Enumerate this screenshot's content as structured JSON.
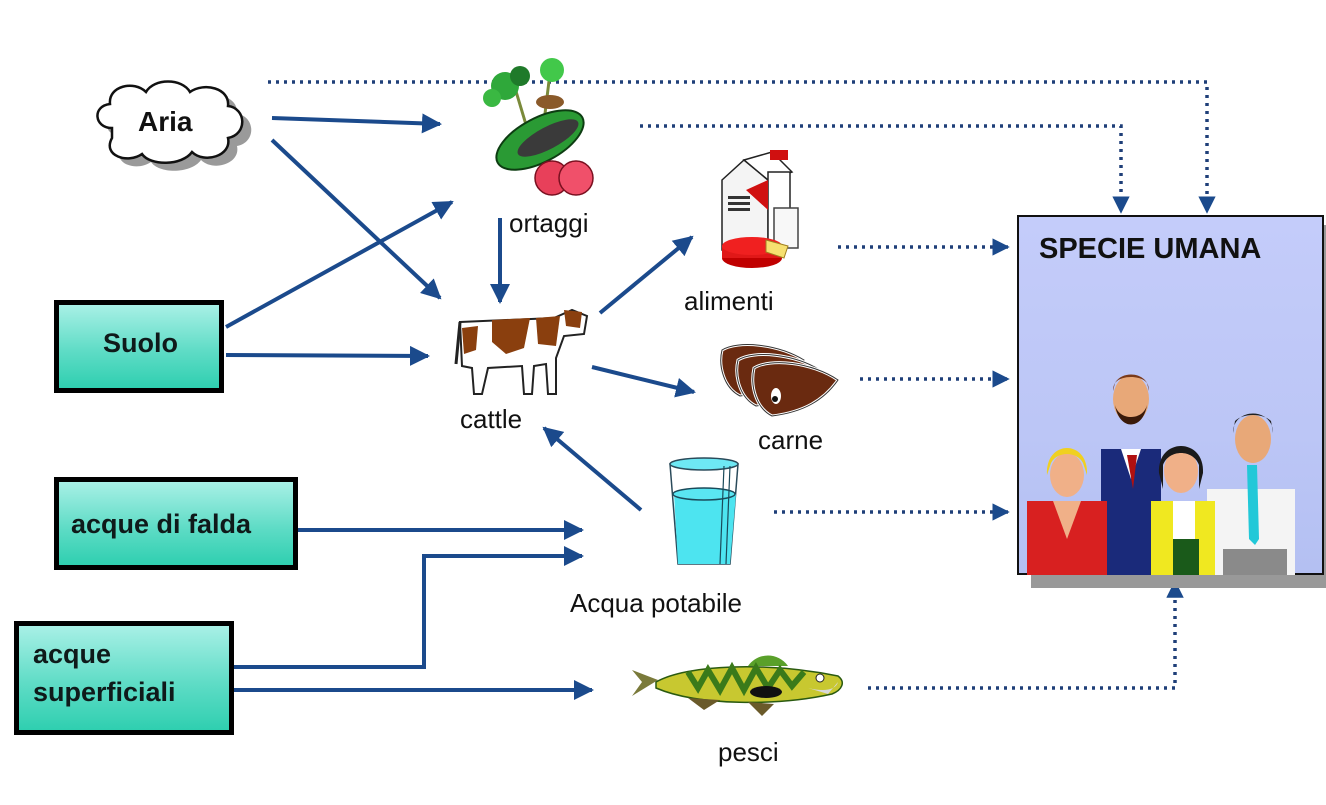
{
  "diagram": {
    "sources": {
      "aria": "Aria",
      "suolo": "Suolo",
      "acque_di_falda": "acque di falda",
      "acque_superficiali_line1": "acque",
      "acque_superficiali_line2": "superficiali"
    },
    "intermediates": {
      "ortaggi": "ortaggi",
      "cattle": "cattle",
      "alimenti": "alimenti",
      "carne": "carne",
      "acqua_potabile": "Acqua potabile",
      "pesci": "pesci"
    },
    "target": {
      "title": "SPECIE UMANA"
    },
    "colors": {
      "arrow": "#1b4a8c",
      "dotted_arrow": "#1f3f78",
      "source_box_fill": "#5fdcc6",
      "target_box_fill": "#c0c8f8"
    },
    "edges": [
      {
        "from": "Aria",
        "to": "ortaggi",
        "style": "solid"
      },
      {
        "from": "Aria",
        "to": "cattle",
        "style": "solid"
      },
      {
        "from": "Aria",
        "to": "SPECIE UMANA",
        "style": "dotted"
      },
      {
        "from": "Suolo",
        "to": "ortaggi",
        "style": "solid"
      },
      {
        "from": "Suolo",
        "to": "cattle",
        "style": "solid"
      },
      {
        "from": "ortaggi",
        "to": "cattle",
        "style": "solid"
      },
      {
        "from": "ortaggi",
        "to": "SPECIE UMANA",
        "style": "dotted"
      },
      {
        "from": "cattle",
        "to": "alimenti",
        "style": "solid"
      },
      {
        "from": "cattle",
        "to": "carne",
        "style": "solid"
      },
      {
        "from": "Acqua potabile",
        "to": "cattle",
        "style": "solid"
      },
      {
        "from": "acque di falda",
        "to": "Acqua potabile",
        "style": "solid"
      },
      {
        "from": "acque superficiali",
        "to": "Acqua potabile",
        "style": "solid"
      },
      {
        "from": "acque superficiali",
        "to": "pesci",
        "style": "solid"
      },
      {
        "from": "alimenti",
        "to": "SPECIE UMANA",
        "style": "dotted"
      },
      {
        "from": "carne",
        "to": "SPECIE UMANA",
        "style": "dotted"
      },
      {
        "from": "Acqua potabile",
        "to": "SPECIE UMANA",
        "style": "dotted"
      },
      {
        "from": "pesci",
        "to": "SPECIE UMANA",
        "style": "dotted"
      }
    ]
  }
}
